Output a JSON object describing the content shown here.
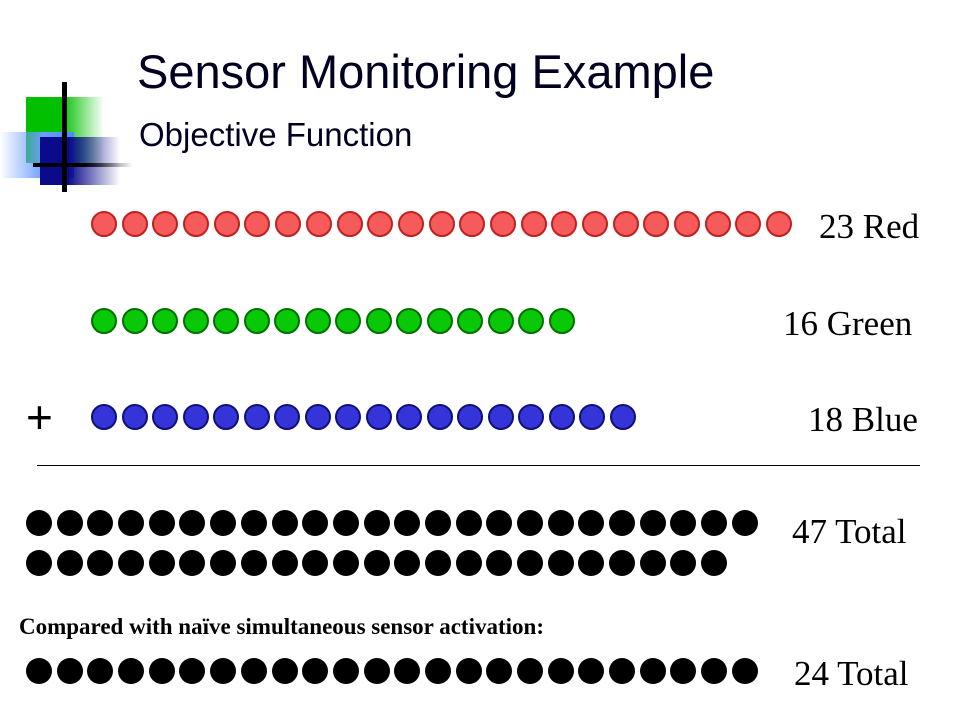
{
  "slide": {
    "title": "Sensor Monitoring Example",
    "subtitle": "Objective Function"
  },
  "rows": {
    "red": {
      "count": 23,
      "label": "23 Red",
      "color": "#f55b5b"
    },
    "green": {
      "count": 16,
      "label": "16 Green",
      "color": "#08c808"
    },
    "blue": {
      "count": 18,
      "label": "18 Blue",
      "color": "#3434d8"
    }
  },
  "operator": "+",
  "total": {
    "line1_count": 24,
    "line2_count": 23,
    "label": "47 Total"
  },
  "comparison": {
    "text": "Compared with naïve simultaneous sensor activation:",
    "count": 24,
    "label": "24 Total"
  }
}
